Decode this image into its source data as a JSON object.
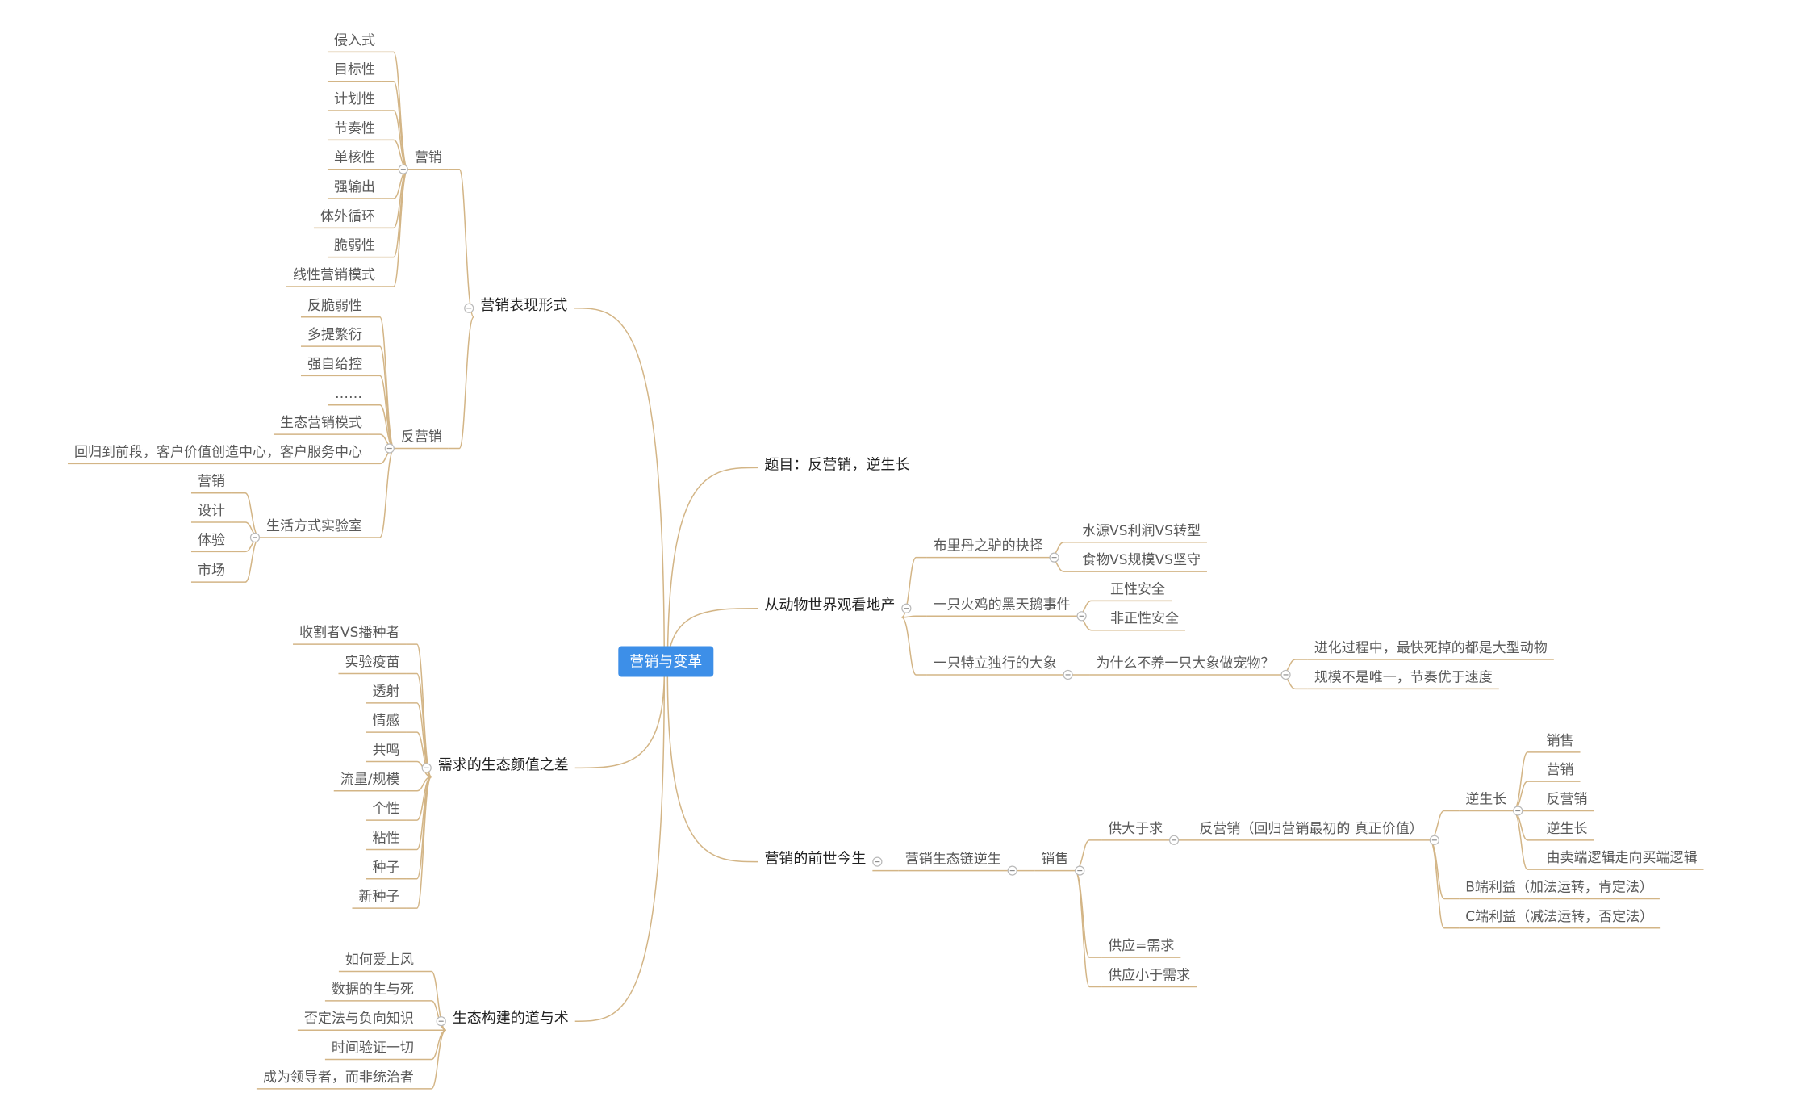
{
  "root": {
    "id": "root",
    "label": "营销与变革"
  },
  "nodes": [
    {
      "id": "b1",
      "parent": "root",
      "label": "营销表现形式",
      "level": 1
    },
    {
      "id": "b1a",
      "parent": "b1",
      "label": "营销"
    },
    {
      "id": "b1a1",
      "parent": "b1a",
      "label": "侵入式"
    },
    {
      "id": "b1a2",
      "parent": "b1a",
      "label": "目标性"
    },
    {
      "id": "b1a3",
      "parent": "b1a",
      "label": "计划性"
    },
    {
      "id": "b1a4",
      "parent": "b1a",
      "label": "节奏性"
    },
    {
      "id": "b1a5",
      "parent": "b1a",
      "label": "单核性"
    },
    {
      "id": "b1a6",
      "parent": "b1a",
      "label": "强输出"
    },
    {
      "id": "b1a7",
      "parent": "b1a",
      "label": "体外循环"
    },
    {
      "id": "b1a8",
      "parent": "b1a",
      "label": "脆弱性"
    },
    {
      "id": "b1a9",
      "parent": "b1a",
      "label": "线性营销模式"
    },
    {
      "id": "b1b",
      "parent": "b1",
      "label": "反营销"
    },
    {
      "id": "b1b1",
      "parent": "b1b",
      "label": "反脆弱性"
    },
    {
      "id": "b1b2",
      "parent": "b1b",
      "label": "多提繁衍"
    },
    {
      "id": "b1b3",
      "parent": "b1b",
      "label": "强自给控"
    },
    {
      "id": "b1b4",
      "parent": "b1b",
      "label": "……"
    },
    {
      "id": "b1b5",
      "parent": "b1b",
      "label": "生态营销模式"
    },
    {
      "id": "b1b6",
      "parent": "b1b",
      "label": "回归到前段，客户价值创造中心，客户服务中心"
    },
    {
      "id": "b1b7",
      "parent": "b1b",
      "label": "生活方式实验室"
    },
    {
      "id": "b1b7a",
      "parent": "b1b7",
      "label": "营销"
    },
    {
      "id": "b1b7b",
      "parent": "b1b7",
      "label": "设计"
    },
    {
      "id": "b1b7c",
      "parent": "b1b7",
      "label": "体验"
    },
    {
      "id": "b1b7d",
      "parent": "b1b7",
      "label": "市场"
    },
    {
      "id": "b2",
      "parent": "root",
      "label": "需求的生态颜值之差",
      "level": 1
    },
    {
      "id": "b2a",
      "parent": "b2",
      "label": "收割者VS播种者"
    },
    {
      "id": "b2b",
      "parent": "b2",
      "label": "实验疫苗"
    },
    {
      "id": "b2c",
      "parent": "b2",
      "label": "透射"
    },
    {
      "id": "b2d",
      "parent": "b2",
      "label": "情感"
    },
    {
      "id": "b2e",
      "parent": "b2",
      "label": "共鸣"
    },
    {
      "id": "b2f",
      "parent": "b2",
      "label": "流量/规模"
    },
    {
      "id": "b2g",
      "parent": "b2",
      "label": "个性"
    },
    {
      "id": "b2h",
      "parent": "b2",
      "label": "粘性"
    },
    {
      "id": "b2i",
      "parent": "b2",
      "label": "种子"
    },
    {
      "id": "b2j",
      "parent": "b2",
      "label": "新种子"
    },
    {
      "id": "b3",
      "parent": "root",
      "label": "生态构建的道与术",
      "level": 1
    },
    {
      "id": "b3a",
      "parent": "b3",
      "label": "如何爱上风"
    },
    {
      "id": "b3b",
      "parent": "b3",
      "label": "数据的生与死"
    },
    {
      "id": "b3c",
      "parent": "b3",
      "label": "否定法与负向知识"
    },
    {
      "id": "b3d",
      "parent": "b3",
      "label": "时间验证一切"
    },
    {
      "id": "b3e",
      "parent": "b3",
      "label": "成为领导者，而非统治者"
    },
    {
      "id": "r1",
      "parent": "root",
      "label": "题目：反营销，逆生长",
      "level": 1
    },
    {
      "id": "r2",
      "parent": "root",
      "label": "从动物世界观看地产",
      "level": 1
    },
    {
      "id": "r2a",
      "parent": "r2",
      "label": "布里丹之驴的抉择"
    },
    {
      "id": "r2a1",
      "parent": "r2a",
      "label": "水源VS利润VS转型"
    },
    {
      "id": "r2a2",
      "parent": "r2a",
      "label": "食物VS规模VS坚守"
    },
    {
      "id": "r2b",
      "parent": "r2",
      "label": "一只火鸡的黑天鹅事件"
    },
    {
      "id": "r2b1",
      "parent": "r2b",
      "label": "正性安全"
    },
    {
      "id": "r2b2",
      "parent": "r2b",
      "label": "非正性安全"
    },
    {
      "id": "r2c",
      "parent": "r2",
      "label": "一只特立独行的大象"
    },
    {
      "id": "r2c1",
      "parent": "r2c",
      "label": "为什么不养一只大象做宠物？"
    },
    {
      "id": "r2c1a",
      "parent": "r2c1",
      "label": "进化过程中，最快死掉的都是大型动物"
    },
    {
      "id": "r2c1b",
      "parent": "r2c1",
      "label": "规模不是唯一，节奏优于速度"
    },
    {
      "id": "r3",
      "parent": "root",
      "label": "营销的前世今生",
      "level": 1
    },
    {
      "id": "r3a",
      "parent": "r3",
      "label": "营销生态链逆生"
    },
    {
      "id": "r3a1",
      "parent": "r3a",
      "label": "销售"
    },
    {
      "id": "r3a1a",
      "parent": "r3a1",
      "label": "供大于求"
    },
    {
      "id": "r3a1a1",
      "parent": "r3a1a",
      "label": "反营销（回归营销最初的 真正价值）"
    },
    {
      "id": "r3x1",
      "parent": "r3a1a1",
      "label": "逆生长"
    },
    {
      "id": "r3x1a",
      "parent": "r3x1",
      "label": "销售"
    },
    {
      "id": "r3x1b",
      "parent": "r3x1",
      "label": "营销"
    },
    {
      "id": "r3x1c",
      "parent": "r3x1",
      "label": "反营销"
    },
    {
      "id": "r3x1d",
      "parent": "r3x1",
      "label": "逆生长"
    },
    {
      "id": "r3x1e",
      "parent": "r3x1",
      "label": "由卖端逻辑走向买端逻辑"
    },
    {
      "id": "r3x2",
      "parent": "r3a1a1",
      "label": "B端利益（加法运转，肯定法）"
    },
    {
      "id": "r3x3",
      "parent": "r3a1a1",
      "label": "C端利益（减法运转，否定法）"
    },
    {
      "id": "r3a1b",
      "parent": "r3a1",
      "label": "供应=需求"
    },
    {
      "id": "r3a1c",
      "parent": "r3a1",
      "label": "供应小于需求"
    }
  ],
  "colors": {
    "root_fill": "#3d8fe8",
    "edge": "#d3b586",
    "text": "#595959",
    "main_text": "#222222"
  }
}
